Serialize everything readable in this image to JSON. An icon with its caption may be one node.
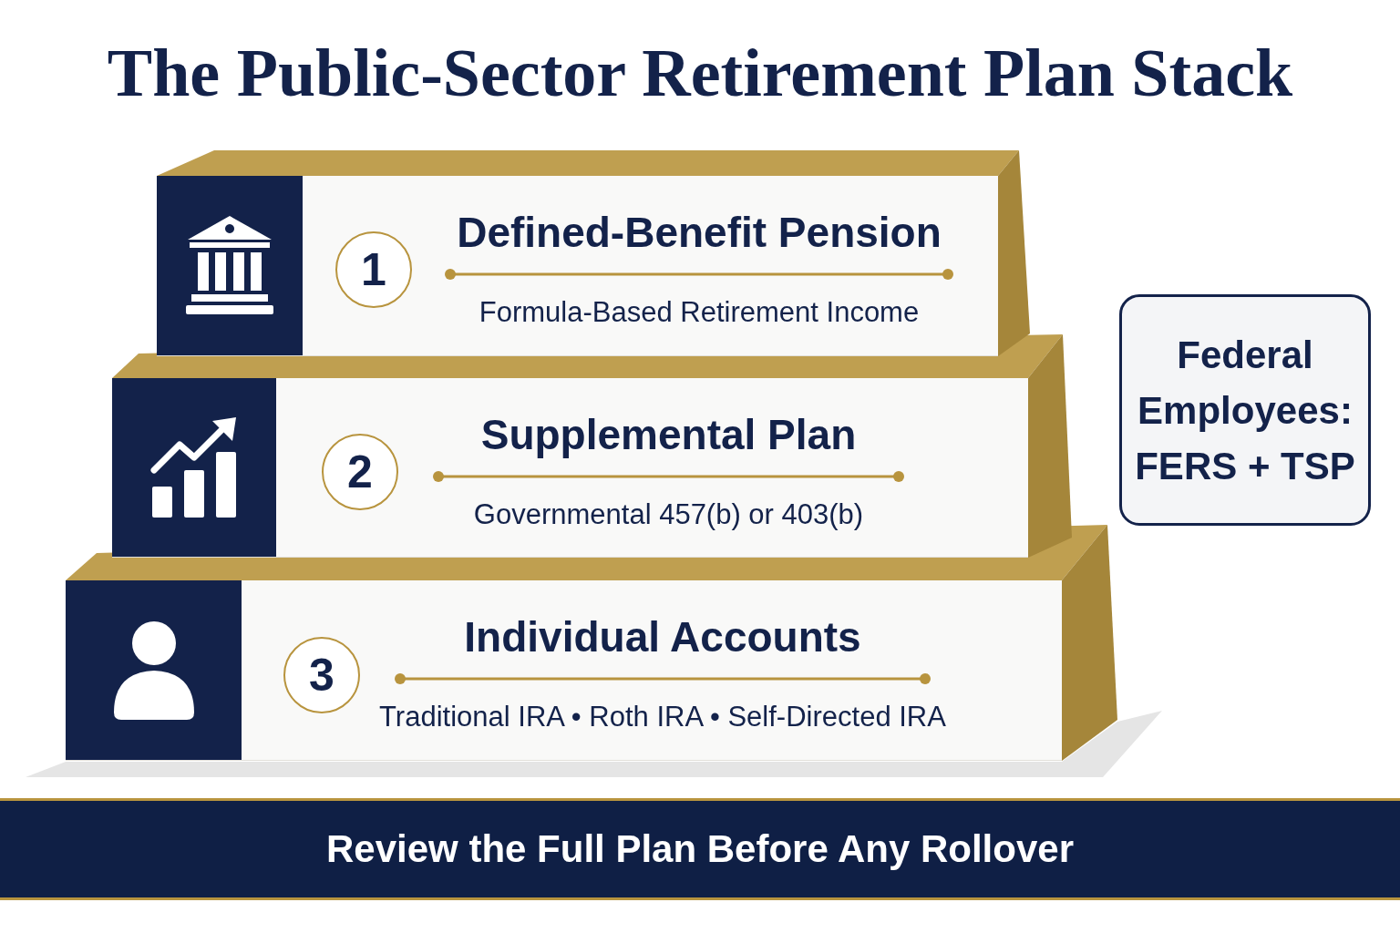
{
  "diagram": {
    "title": "The Public-Sector Retirement Plan Stack",
    "nodes": [
      {
        "text": [
          "Defined-Benefit Pension",
          "Formula-Based Retirement Income"
        ]
      },
      {
        "text": [
          "1"
        ],
        "in": 0
      },
      {
        "text": [
          "Supplemental Plan",
          "Governmental 457(b) or 403(b)"
        ]
      },
      {
        "text": [
          "2"
        ],
        "in": 2
      },
      {
        "text": [
          "Individual Accounts",
          "Traditional IRA • Roth IRA • Self-Directed IRA"
        ]
      },
      {
        "text": [
          "3"
        ],
        "in": 4
      },
      {
        "text": [
          "Federal Employees: FERS + TSP"
        ]
      },
      {
        "text": [
          "Review the Full Plan Before Any Rollover"
        ]
      }
    ]
  }
}
